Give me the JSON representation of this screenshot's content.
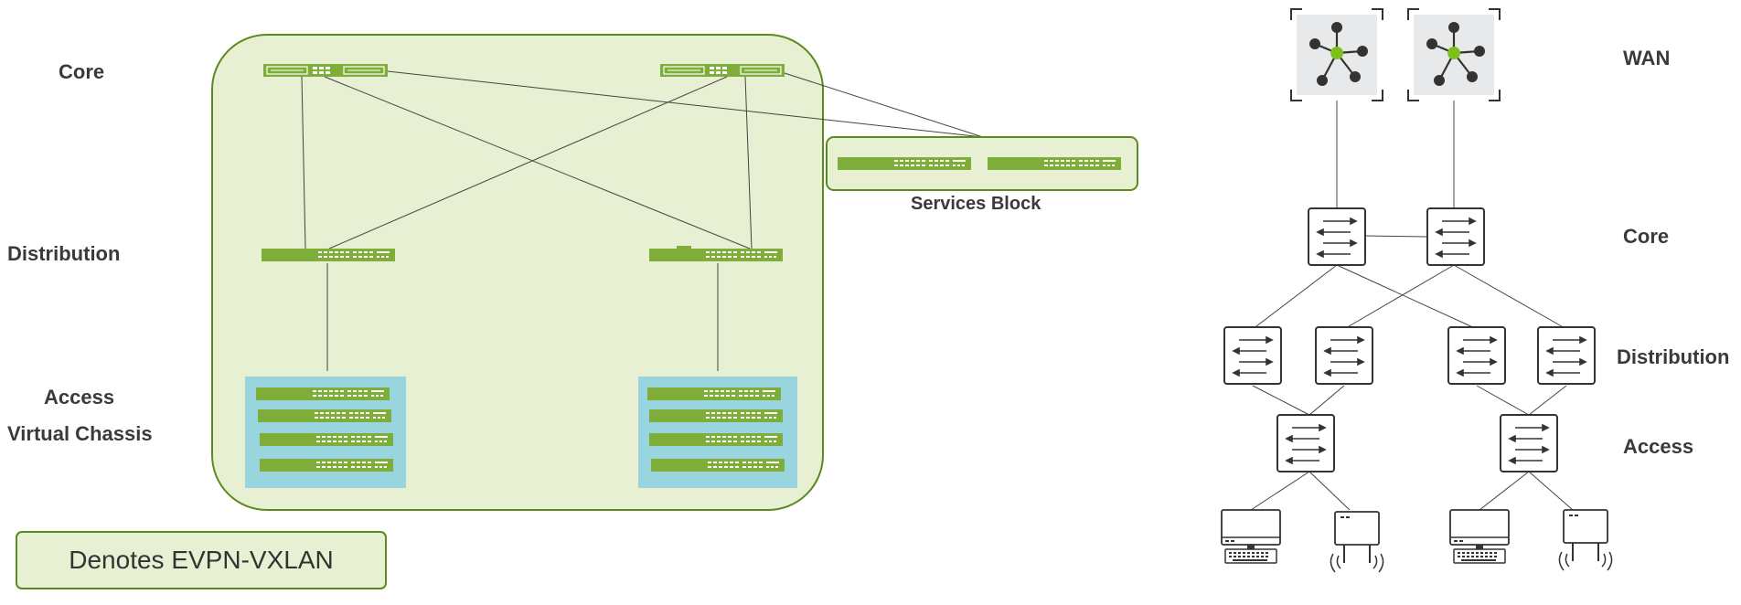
{
  "left_diagram": {
    "tier_labels": {
      "core": "Core",
      "distribution": "Distribution",
      "access": "Access",
      "virtual_chassis": "Virtual Chassis"
    },
    "services_block_label": "Services Block",
    "legend_label": "Denotes EVPN-VXLAN"
  },
  "right_diagram": {
    "tier_labels": {
      "wan": "WAN",
      "core": "Core",
      "distribution": "Distribution",
      "access": "Access"
    }
  },
  "colors": {
    "evpn_fill": "#e7f0d2",
    "evpn_stroke": "#5b8a1e",
    "switch_green": "#7fad3a",
    "virtual_chassis_fill": "#8fd2e0",
    "wan_hub": "#7bc21f",
    "line": "#555555"
  }
}
